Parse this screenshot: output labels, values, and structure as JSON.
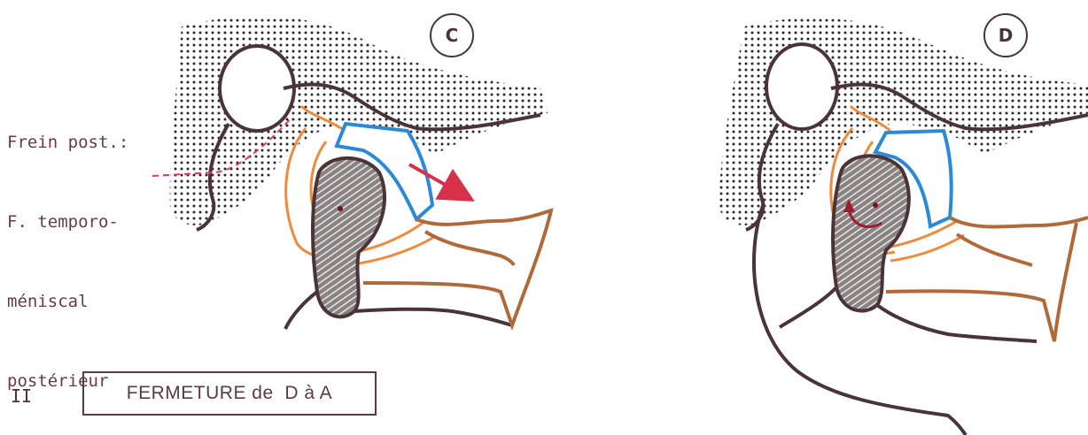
{
  "annotation": {
    "lines": [
      "Frein post.:",
      "F. temporo-",
      "méniscal",
      "postérieur"
    ]
  },
  "panels": {
    "c": {
      "label": "C"
    },
    "d": {
      "label": "D"
    }
  },
  "section": {
    "number": "II",
    "caption": "FERMETURE de  D à A"
  },
  "colors": {
    "bone_outline": "#4a3437",
    "ligament": "#f08a3c",
    "disc": "#2a8ad8",
    "muscle": "#b06a3a",
    "arrow": "#d8324a",
    "leader": "#e0386a",
    "condyle_fill": "#7a7374"
  }
}
